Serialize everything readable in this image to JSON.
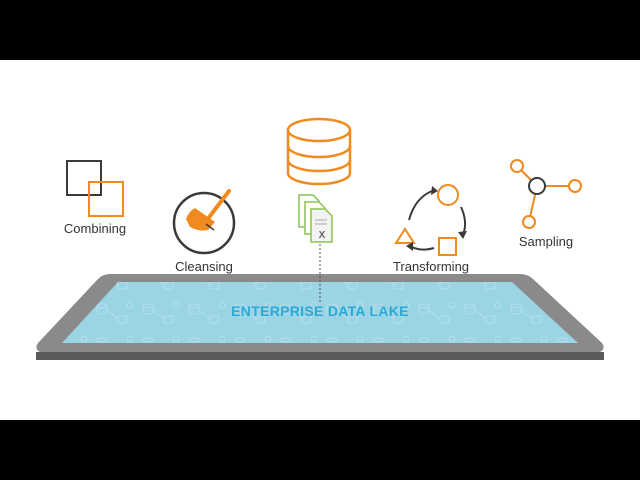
{
  "diagram": {
    "steps": {
      "combining": "Combining",
      "cleansing": "Cleansing",
      "transforming": "Transforming",
      "sampling": "Sampling"
    },
    "lake_title": "ENTERPRISE DATA LAKE",
    "document_badge_letter": "X"
  },
  "colors": {
    "accent_orange": "#F18A1F",
    "dark_gray": "#3A3A3A",
    "lake_water": "#9BD4E4",
    "lake_text": "#29A9D6",
    "tablet_frame": "#8A8A8A",
    "document_green": "#8CC152"
  },
  "icons": {
    "combining": "overlapping-squares-icon",
    "cleansing": "broom-clock-icon",
    "database": "database-cylinder-icon",
    "documents": "document-stack-icon",
    "transforming": "transform-cycle-icon",
    "sampling": "network-nodes-icon"
  }
}
